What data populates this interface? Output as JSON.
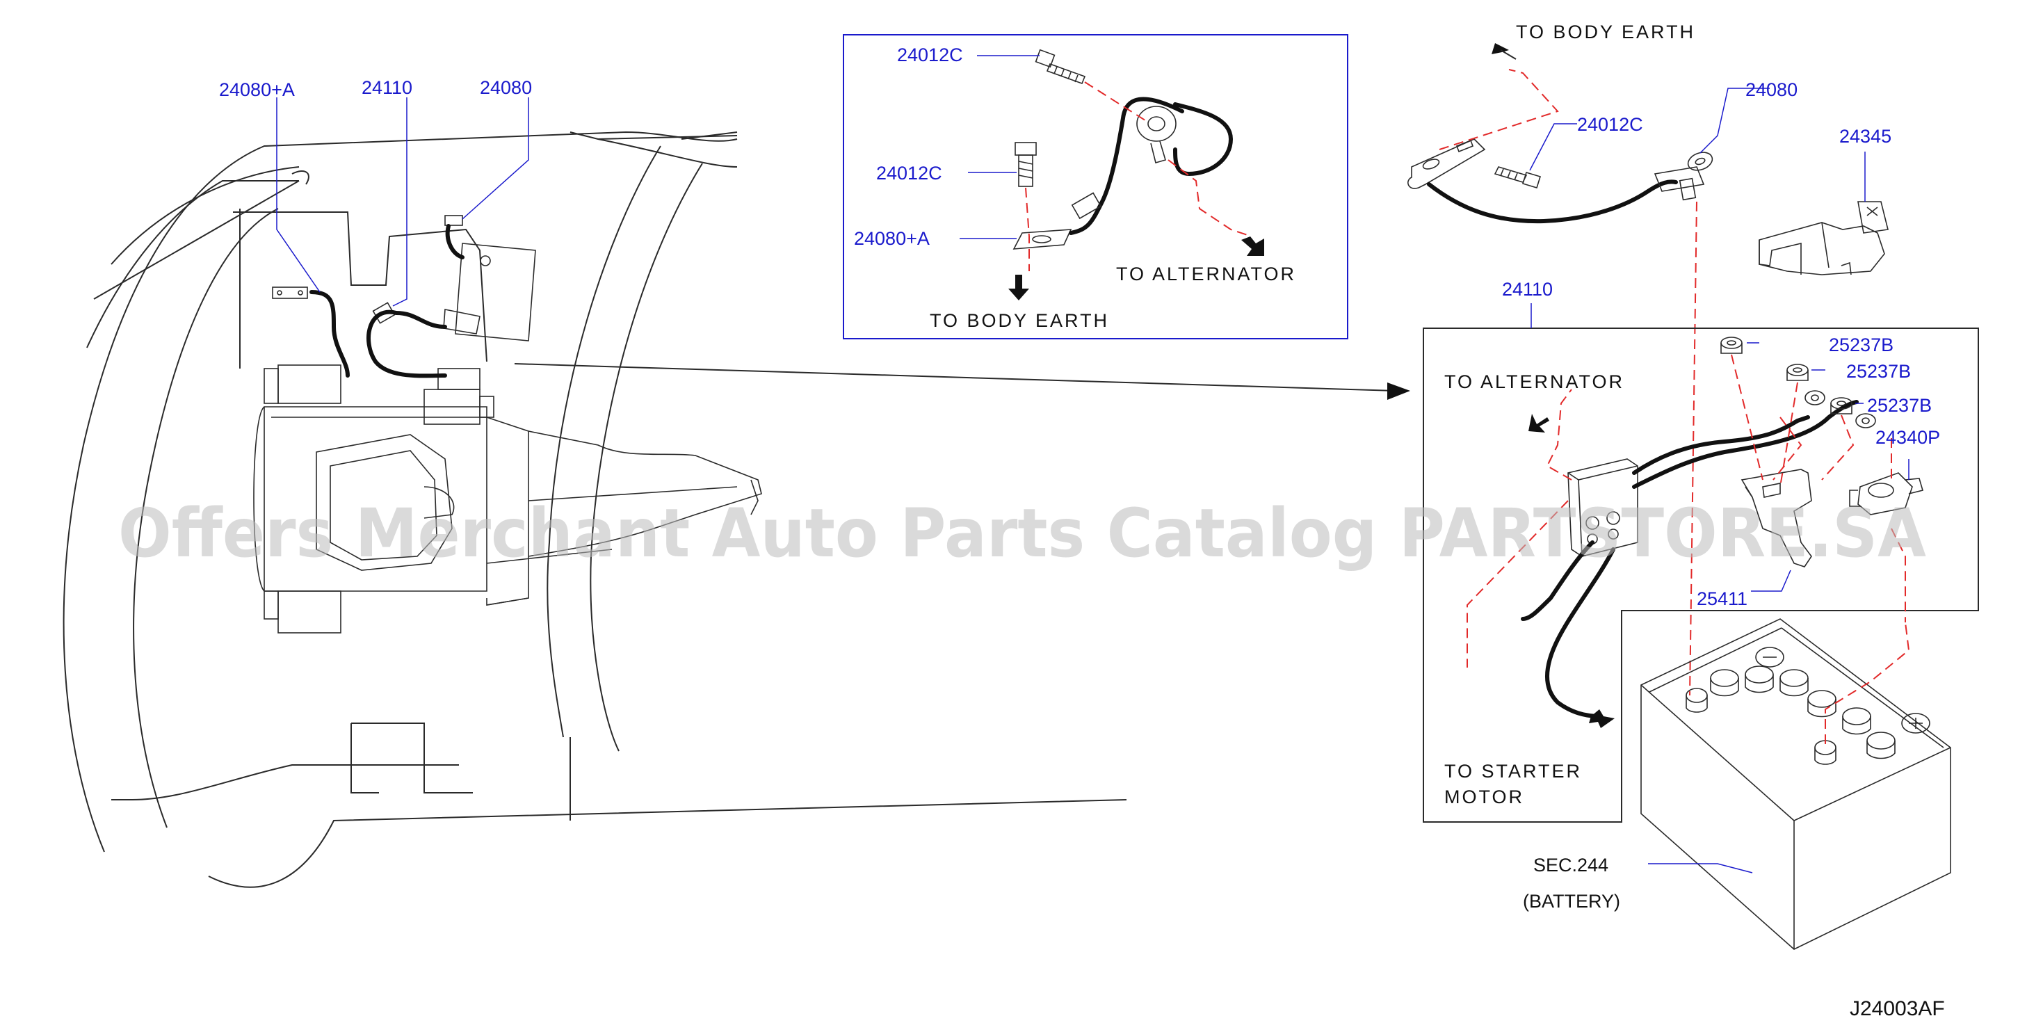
{
  "labels": {
    "left_24080a": "24080+A",
    "left_24110": "24110",
    "left_24080": "24080",
    "inset_24012c_top": "24012C",
    "inset_24012c_mid": "24012C",
    "inset_24080a": "24080+A",
    "right_24012c": "24012C",
    "right_24080": "24080",
    "right_24345": "24345",
    "right_24110": "24110",
    "nut1": "25237B",
    "nut2": "25237B",
    "nut3": "25237B",
    "terminal": "24340P",
    "bracket": "25411",
    "sec": "SEC.244",
    "battery": "(BATTERY)"
  },
  "notes": {
    "inset_to_alternator": "TO  ALTERNATOR",
    "inset_to_body_earth": "TO  BODY  EARTH",
    "top_to_body_earth": "TO  BODY  EARTH",
    "box_to_alternator": "TO  ALTERNATOR",
    "to_starter_1": "TO  STARTER",
    "to_starter_2": "MOTOR"
  },
  "watermark": "Offers Merchant Auto Parts Catalog PARTSTORE.SA",
  "diagram_code": "J24003AF",
  "colors": {
    "label": "#1a1acc",
    "leader_dash": "#e22a2a",
    "line": "#2a2a2a"
  }
}
